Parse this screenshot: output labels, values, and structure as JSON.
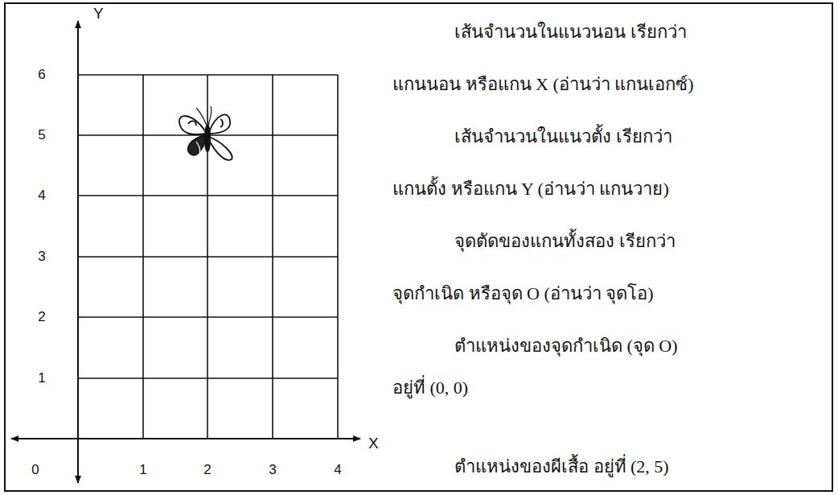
{
  "diagram": {
    "labels": [
      "Y",
      "6",
      "5",
      "4",
      "3",
      "2",
      "1",
      "0",
      "1",
      "2",
      "3",
      "4",
      "X",
      "เส้นจำนวนในแนวนอน เรียกว่า",
      "แกนนอน หรือแกน X (อ่านว่า แกนเอกซ์)",
      "เส้นจำนวนในแนวตั้ง เรียกว่า",
      "แกนตั้ง หรือแกน Y (อ่านว่า แกนวาย)",
      "จุดตัดของแกนทั้งสอง เรียกว่า",
      "จุดกำเนิด หรือจุด O (อ่านว่า จุดโอ)",
      "ตำแหน่งของจุดกำเนิด (จุด O)",
      "อยู่ที่ (0, 0)",
      "ตำแหน่งของผีเสื้อ อยู่ที่ (2, 5)"
    ]
  }
}
